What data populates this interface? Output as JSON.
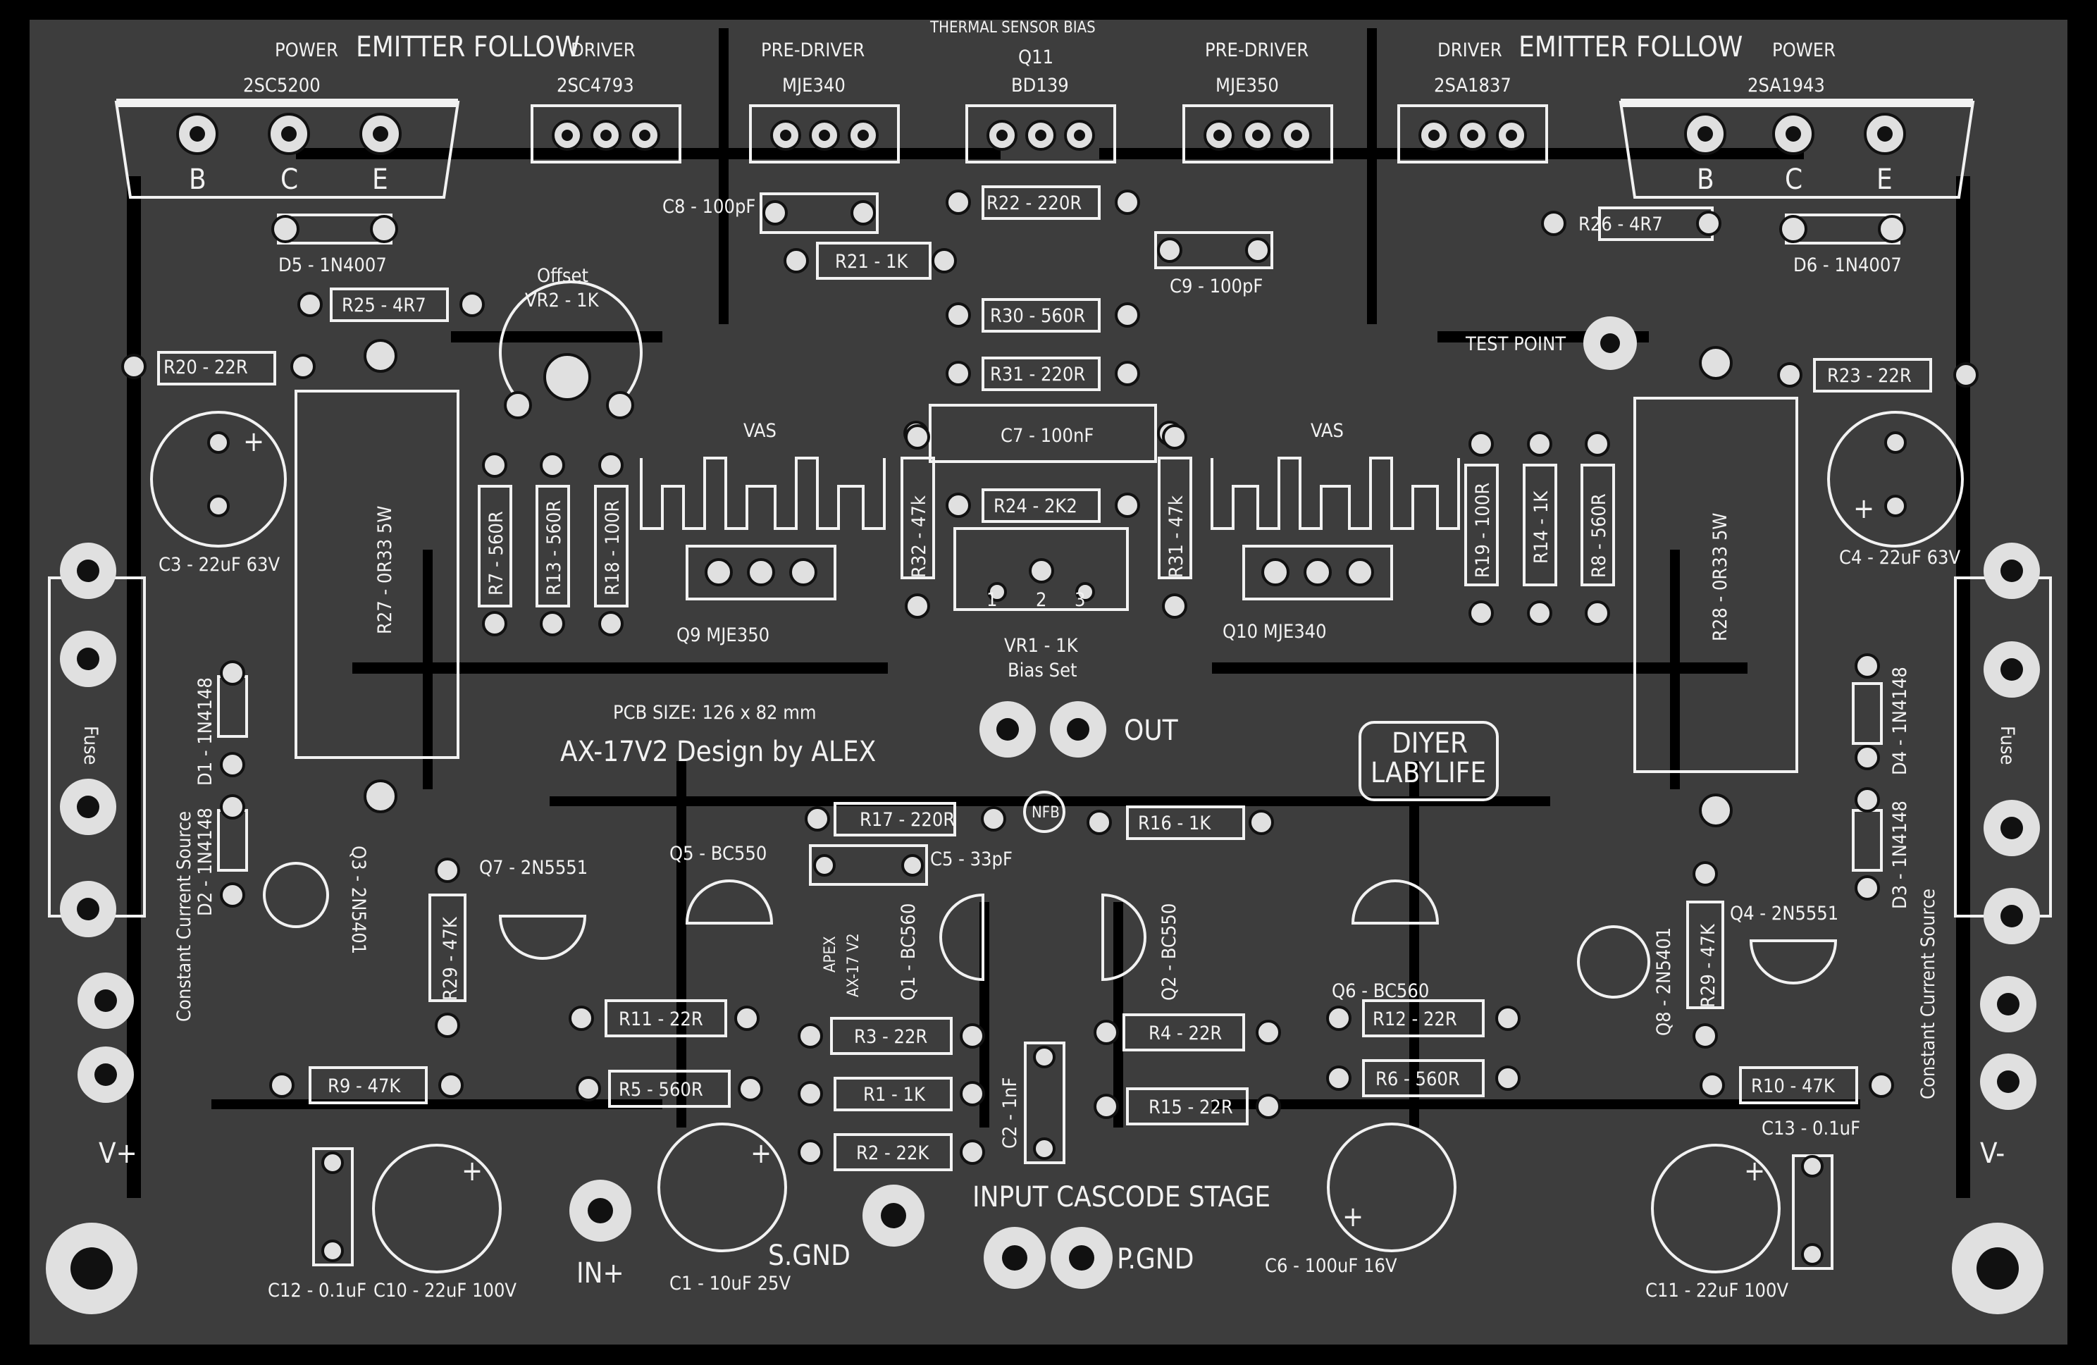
{
  "board": {
    "title_line": "AX-17V2 Design by ALEX",
    "pcb_size": "PCB SIZE: 126 x 82 mm",
    "brand_line1": "DIYER",
    "brand_line2": "LABYLIFE",
    "apex_line1": "APEX",
    "apex_line2": "AX-17 V2"
  },
  "headers": {
    "power_left": "POWER",
    "emitter_follow_left": "EMITTER FOLLOW",
    "driver_left": "DRIVER",
    "pre_driver_left": "PRE-DRIVER",
    "thermal": "THERMAL SENSOR BIAS",
    "q11": "Q11",
    "pre_driver_right": "PRE-DRIVER",
    "driver_right": "DRIVER",
    "emitter_follow_right": "EMITTER FOLLOW",
    "power_right": "POWER"
  },
  "parts": {
    "q_2sc5200": "2SC5200",
    "q_2sc4793": "2SC4793",
    "q_mje340_top": "MJE340",
    "q_bd139": "BD139",
    "q_mje350_top": "MJE350",
    "q_2sa1837": "2SA1837",
    "q_2sa1943": "2SA1943",
    "pin_b": "B",
    "pin_c": "C",
    "pin_e": "E",
    "d5": "D5 - 1N4007",
    "d6": "D6 - 1N4007",
    "c8": "C8 - 100pF",
    "c9": "C9 - 100pF",
    "r21": "R21 - 1K",
    "r22": "R22 - 220R",
    "r26": "R26 - 4R7",
    "r25": "R25 - 4R7",
    "offset": "Offset",
    "vr2": "VR2 - 1K",
    "r30": "R30 - 560R",
    "r31_top": "R31 - 220R",
    "test_point": "TEST POINT",
    "r20": "R20 - 22R",
    "r23": "R23 - 22R",
    "vas_left": "VAS",
    "vas_right": "VAS",
    "c7": "C7 - 100nF",
    "r24": "R24 - 2K2",
    "r32": "R32 - 47k",
    "r31_vert": "R31 - 47k",
    "r7": "R7 - 560R",
    "r13": "R13 - 560R",
    "r18": "R18 - 100R",
    "r19": "R19 - 100R",
    "r14": "R14 - 1K",
    "r8": "R8 - 560R",
    "r27": "R27 - 0R33 5W",
    "r28": "R28 - 0R33 5W",
    "c3": "C3 - 22uF 63V",
    "c4": "C4 - 22uF 63V",
    "q9": "Q9  MJE350",
    "q10": "Q10  MJE340",
    "vr1": "VR1 - 1K",
    "bias_set": "Bias Set",
    "out": "OUT",
    "nfb": "NFB",
    "r17": "R17 - 220R",
    "r16": "R16 - 1K",
    "c5": "C5 - 33pF",
    "q5": "Q5 - BC550",
    "q7": "Q7 - 2N5551",
    "q4": "Q4 - 2N5551",
    "q6": "Q6 - BC560",
    "q1": "Q1 - BC560",
    "q2": "Q2 - BC550",
    "q3": "Q3 - 2N5401",
    "q8": "Q8 - 2N5401",
    "d1": "D1 - 1N4148",
    "d2": "D2 - 1N4148",
    "d3": "D3 - 1N4148",
    "d4": "D4 - 1N4148",
    "fuse_left": "Fuse",
    "fuse_right": "Fuse",
    "ccs_left": "Constant Current Source",
    "ccs_right": "Constant Current Source",
    "r29_left": "R29 - 47K",
    "r29_right": "R29 - 47K",
    "r11": "R11 - 22R",
    "r3": "R3 - 22R",
    "r4": "R4 - 22R",
    "r12": "R12 - 22R",
    "r5": "R5 - 560R",
    "r1": "R1 - 1K",
    "r15": "R15 - 22R",
    "r6": "R6 - 560R",
    "r9": "R9 - 47K",
    "r10": "R10 - 47K",
    "r2": "R2 - 22K",
    "c2": "C2 - 1nF",
    "c13": "C13 - 0.1uF",
    "c12": "C12 - 0.1uF",
    "c10": "C10 - 22uF 100V",
    "c1": "C1 - 10uF 25V",
    "c6": "C6 - 100uF 16V",
    "c11": "C11 - 22uF 100V",
    "in_plus": "IN+",
    "s_gnd": "S.GND",
    "p_gnd": "P.GND",
    "input_stage": "INPUT CASCODE STAGE",
    "v_plus": "V+",
    "v_minus": "V-",
    "vr1_pin1": "1",
    "vr1_pin2": "2",
    "vr1_pin3": "3"
  },
  "colors": {
    "background": "#000000",
    "board": "#3d3d3d",
    "silkscreen": "#f2f2f2",
    "pad": "#e0e0e0"
  }
}
